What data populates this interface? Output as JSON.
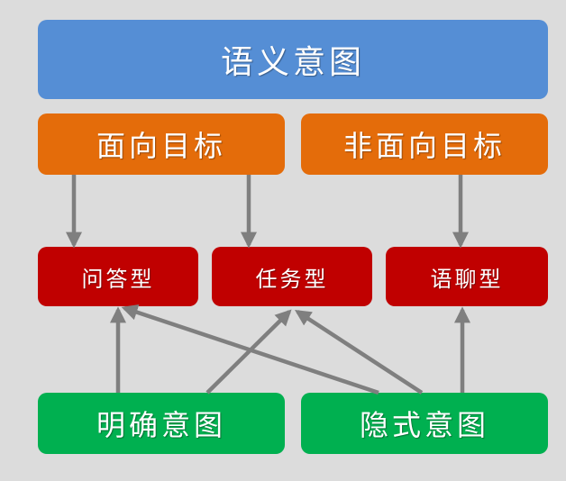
{
  "colors": {
    "background": "#dcdcdc",
    "blue": "#558ed5",
    "orange": "#e46c0a",
    "red": "#c00000",
    "green": "#00b050",
    "arrow": "#7f7f7f"
  },
  "top": {
    "label": "语义意图"
  },
  "orange_row": [
    {
      "label": "面向目标"
    },
    {
      "label": "非面向目标"
    }
  ],
  "red_row": [
    {
      "label": "问答型"
    },
    {
      "label": "任务型"
    },
    {
      "label": "语聊型"
    }
  ],
  "green_row": [
    {
      "label": "明确意图"
    },
    {
      "label": "隐式意图"
    }
  ]
}
